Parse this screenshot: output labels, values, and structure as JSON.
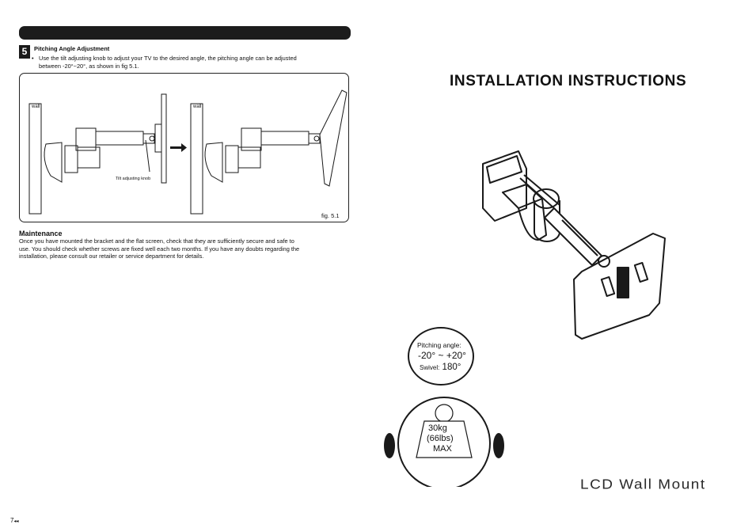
{
  "section": {
    "number": "5",
    "title": "Pitching Angle Adjustment",
    "bullet_line1": "Use the tilt adjusting knob to adjust your TV to the desired angle, the pitching angle can be adjusted",
    "bullet_line2": "between -20°~20°, as shown in fig 5.1."
  },
  "figure": {
    "wall_label_left": "wall",
    "wall_label_right": "wall",
    "knob_label": "Tilt adjusting knob",
    "caption": "fig. 5.1"
  },
  "maintenance": {
    "title": "Maintenance",
    "line1": "Once you have mounted the bracket and the flat screen, check that they are sufficiently secure and safe to",
    "line2": "use. You should check whether screws are fixed well each two months. If you have any doubts regarding the",
    "line3": "installation, please consult our retailer or service department for details."
  },
  "cover": {
    "title": "INSTALLATION INSTRUCTIONS",
    "spec_label": "Pitching angle:",
    "spec_angle": "-20° ~ +20°",
    "swivel_label": "Swivel:",
    "swivel_value": "180°",
    "weight_kg": "30kg",
    "weight_lbs": "(66lbs)",
    "weight_max": "MAX",
    "product_name": "LCD Wall Mount"
  },
  "page": {
    "number": "7"
  }
}
